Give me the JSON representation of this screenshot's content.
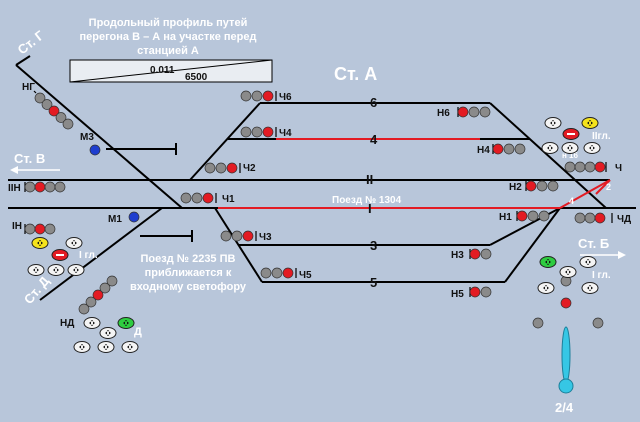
{
  "colors": {
    "background": "#b8c6da",
    "track": "#000000",
    "route": "#e31b23",
    "signal_red": "#e31b23",
    "signal_off": "#8a8a8a",
    "signal_green": "#2ecc40",
    "signal_yellow": "#f5e31c",
    "lever": "#36c7e5"
  },
  "title_lines": [
    "Продольный профиль путей",
    "перегона В – А на участке перед",
    "станцией А"
  ],
  "profile": {
    "grade": "0.011",
    "length": "6500"
  },
  "station": "Ст. А",
  "directions": {
    "g": "Ст. Г",
    "v": "Ст. В",
    "d": "Ст. Д",
    "b": "Ст. Б"
  },
  "track_numbers": {
    "t6": "6",
    "t4": "4",
    "t2": "II",
    "t1": "I",
    "t3": "3",
    "t5": "5"
  },
  "train_1304": "Поезд № 1304",
  "train_2235_lines": [
    "Поезд № 2235 ПВ",
    "приближается к",
    "входному светофору"
  ],
  "signals": {
    "ng": "НГ",
    "m3": "М3",
    "iin": "IIН",
    "in": "IН",
    "m1": "М1",
    "nd": "НД",
    "ch6": "Ч6",
    "ch4": "Ч4",
    "ch2": "Ч2",
    "ch1": "Ч1",
    "ch3": "Ч3",
    "ch5": "Ч5",
    "n6": "Н6",
    "n4": "Н4",
    "n2": "Н2",
    "n1": "Н1",
    "n3": "Н3",
    "n5": "Н5",
    "ch": "Ч",
    "chd": "ЧД"
  },
  "panel_labels": {
    "igl_left": "I гл.",
    "d": "Д",
    "iigl": "IIгл.",
    "n16": "н 16",
    "igl_right": "I гл."
  },
  "switch_numbers": {
    "s2": "2",
    "s4": "4"
  },
  "lever_label": "2/4"
}
